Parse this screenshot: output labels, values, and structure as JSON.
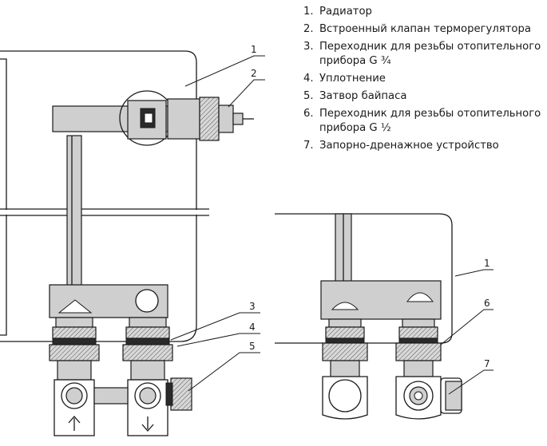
{
  "legend": [
    {
      "num": "1.",
      "text": "Радиатор"
    },
    {
      "num": "2.",
      "text": "Встроенный клапан терморегулятора"
    },
    {
      "num": "3.",
      "text": "Переходник для резьбы отопительного прибора G ¾"
    },
    {
      "num": "4.",
      "text": "Уплотнение"
    },
    {
      "num": "5.",
      "text": "Затвор байпаса"
    },
    {
      "num": "6.",
      "text": "Переходник для резьбы отопительного прибора G ½"
    },
    {
      "num": "7.",
      "text": "Запорно-дренажное устройство"
    }
  ],
  "callouts": {
    "left": [
      "1",
      "2",
      "3",
      "4",
      "5"
    ],
    "right": [
      "1",
      "6",
      "7"
    ]
  }
}
